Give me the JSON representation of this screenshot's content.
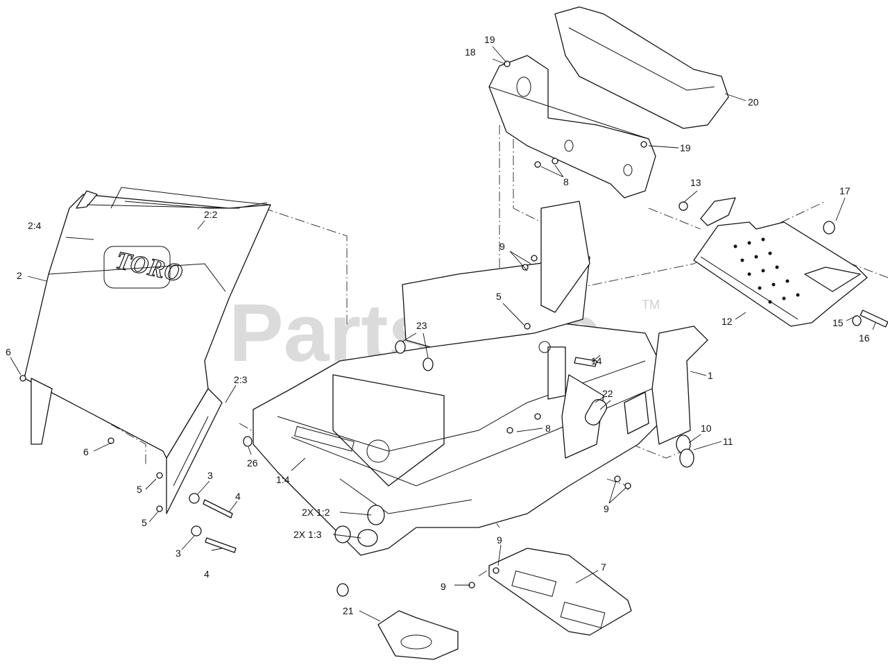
{
  "watermark": {
    "text": "PartsTree",
    "tm": "TM"
  },
  "logo_text": "TORO",
  "callouts": {
    "c1": "1",
    "c1_4": "1:4",
    "c2": "2",
    "c2_2": "2:2",
    "c2_3": "2:3",
    "c2_4": "2:4",
    "c3a": "3",
    "c3b": "3",
    "c4a": "4",
    "c4b": "4",
    "c5a": "5",
    "c5b": "5",
    "c5c": "5",
    "c6a": "6",
    "c6b": "6",
    "c7": "7",
    "c8a": "8",
    "c8b": "8",
    "c9a": "9",
    "c9b": "9",
    "c9c": "9",
    "c9d": "9",
    "c10": "10",
    "c11": "11",
    "c12": "12",
    "c13": "13",
    "c14": "14",
    "c15": "15",
    "c16": "16",
    "c17": "17",
    "c18": "18",
    "c19a": "19",
    "c19b": "19",
    "c20": "20",
    "c21": "21",
    "c22": "22",
    "c23": "23",
    "c26": "26",
    "c2x12": "2X 1:2",
    "c2x13": "2X 1:3"
  }
}
